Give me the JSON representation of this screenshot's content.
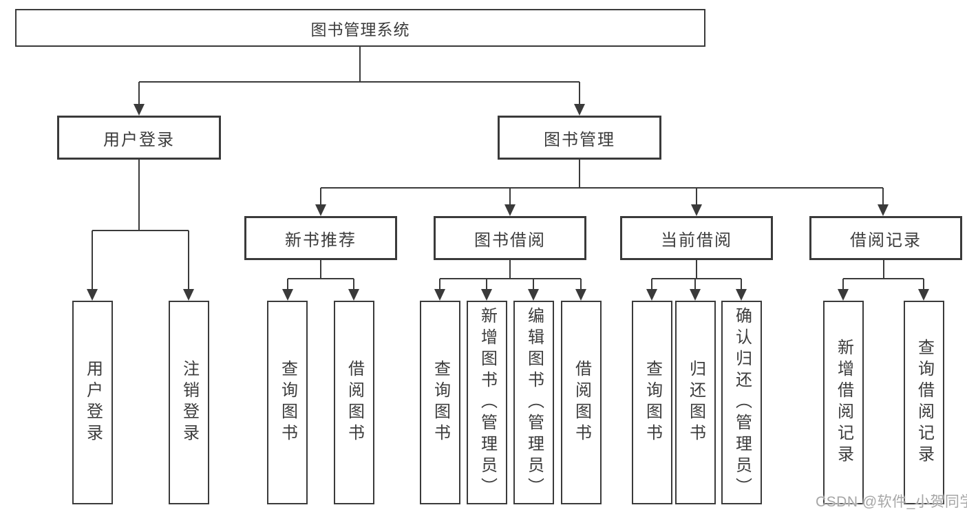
{
  "diagram": {
    "root": {
      "label": "图书管理系统"
    },
    "level2": [
      {
        "label": "用户登录"
      },
      {
        "label": "图书管理"
      }
    ],
    "level3": [
      {
        "label": "新书推荐"
      },
      {
        "label": "图书借阅"
      },
      {
        "label": "当前借阅"
      },
      {
        "label": "借阅记录"
      }
    ],
    "groups": [
      {
        "parent": "用户登录",
        "items": [
          "用户登录",
          "注销登录"
        ]
      },
      {
        "parent": "新书推荐",
        "items": [
          "查询图书",
          "借阅图书"
        ]
      },
      {
        "parent": "图书借阅",
        "items": [
          "查询图书",
          "新增图书（管理员）",
          "编辑图书（管理员）",
          "借阅图书"
        ]
      },
      {
        "parent": "当前借阅",
        "items": [
          "查询图书",
          "归还图书",
          "确认归还（管理员）"
        ]
      },
      {
        "parent": "借阅记录",
        "items": [
          "新增借阅记录",
          "查询借阅记录"
        ]
      }
    ]
  },
  "watermark": {
    "text": "CSDN @软件_小贺同学",
    "color": "#a6a6a6"
  },
  "colors": {
    "line": "#3a3a3a",
    "box_border": "#3a3a3a",
    "text": "#3c3c3c",
    "background": "#ffffff"
  }
}
